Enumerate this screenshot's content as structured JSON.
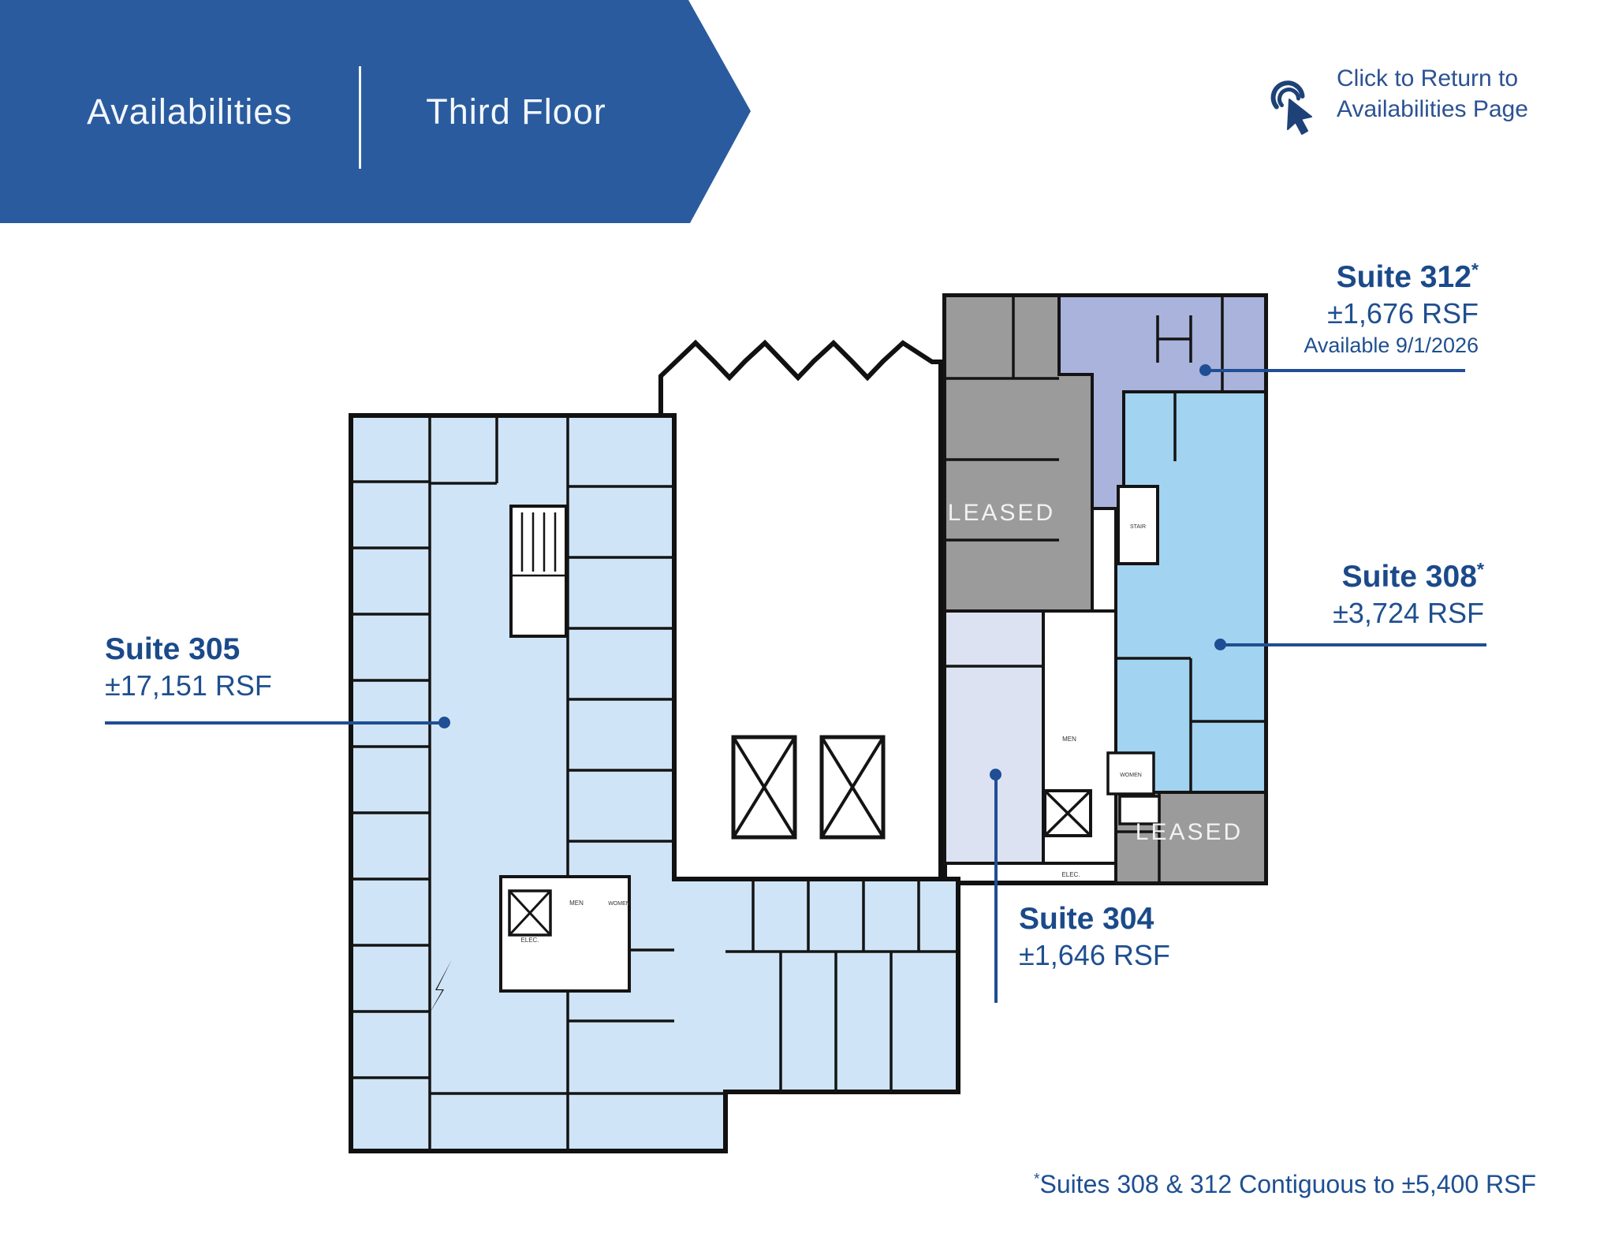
{
  "banner": {
    "left_label": "Availabilities",
    "right_label": "Third Floor"
  },
  "return_link": {
    "line1": "Click to Return to",
    "line2": "Availabilities Page"
  },
  "suites": {
    "s312": {
      "name": "Suite 312",
      "asterisk": "*",
      "size": "±1,676 RSF",
      "available": "Available 9/1/2026"
    },
    "s308": {
      "name": "Suite 308",
      "asterisk": "*",
      "size": "±3,724 RSF"
    },
    "s305": {
      "name": "Suite 305",
      "size": "±17,151 RSF"
    },
    "s304": {
      "name": "Suite 304",
      "size": "±1,646 RSF"
    }
  },
  "floorplan": {
    "leased_label": "LEASED",
    "stair_label": "STAIR",
    "men_label": "MEN",
    "women_label": "WOMEN",
    "elec_label": "ELEC."
  },
  "footnote": {
    "star": "*",
    "text": "Suites 308 & 312 Contiguous to ±5,400 RSF"
  },
  "colors": {
    "banner_blue": "#2a5b9e",
    "suite305_fill": "#cfe4f6",
    "suite308_fill": "#a2d3f0",
    "suite312_fill": "#a9b3dc",
    "suite304_fill": "#dce2f1",
    "leased_fill": "#9b9b9b",
    "leader_blue": "#1f4e94",
    "label_navy": "#1b4a8a"
  }
}
